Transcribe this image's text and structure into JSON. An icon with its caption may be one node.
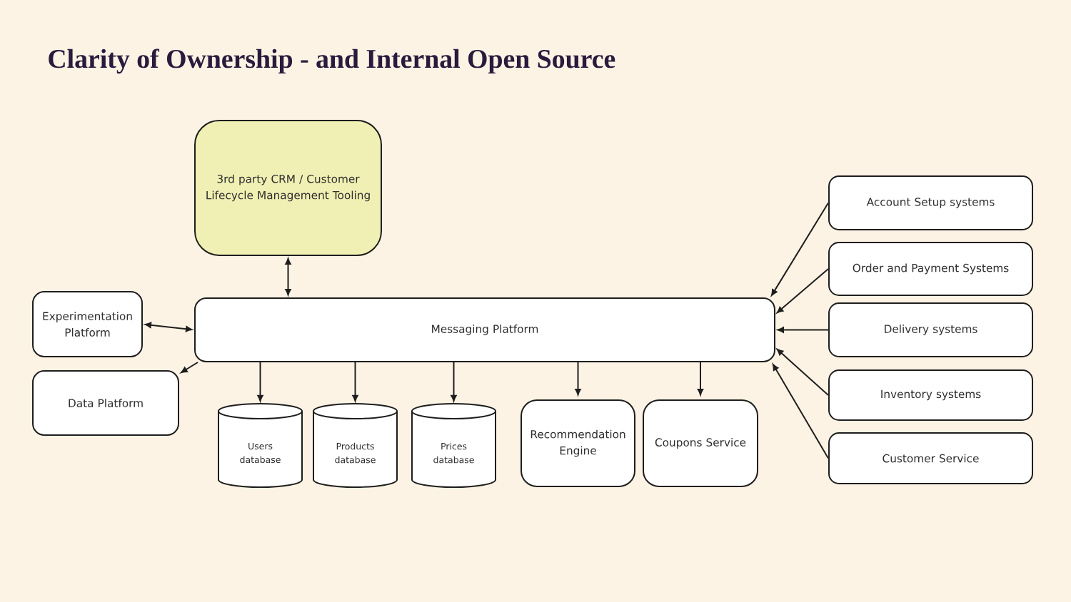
{
  "diagram": {
    "title": "Clarity of Ownership - and Internal Open Source",
    "nodes": [
      {
        "text": [
          "3rd party CRM / Customer Lifecycle Management Tooling"
        ]
      },
      {
        "text": [
          "Experimentation Platform"
        ]
      },
      {
        "text": [
          "Messaging Platform"
        ]
      },
      {
        "text": [
          "Data Platform"
        ]
      },
      {
        "text": [
          "Users database"
        ]
      },
      {
        "text": [
          "Products database"
        ]
      },
      {
        "text": [
          "Prices database"
        ]
      },
      {
        "text": [
          "Recommendation Engine"
        ]
      },
      {
        "text": [
          "Coupons Service"
        ]
      },
      {
        "text": [
          "Account Setup systems"
        ]
      },
      {
        "text": [
          "Order and Payment Systems"
        ]
      },
      {
        "text": [
          "Delivery systems"
        ]
      },
      {
        "text": [
          "Inventory systems"
        ]
      },
      {
        "text": [
          "Customer Service"
        ]
      }
    ],
    "edges": [
      {
        "from": 0,
        "to": 2,
        "arrow": "both"
      },
      {
        "from": 1,
        "to": 2,
        "arrow": "both"
      },
      {
        "from": 2,
        "to": 3,
        "arrow": "to"
      },
      {
        "from": 2,
        "to": 4,
        "arrow": "to"
      },
      {
        "from": 2,
        "to": 5,
        "arrow": "to"
      },
      {
        "from": 2,
        "to": 6,
        "arrow": "to"
      },
      {
        "from": 2,
        "to": 7,
        "arrow": "to"
      },
      {
        "from": 2,
        "to": 8,
        "arrow": "to"
      },
      {
        "from": 9,
        "to": 2,
        "arrow": "to"
      },
      {
        "from": 10,
        "to": 2,
        "arrow": "to"
      },
      {
        "from": 11,
        "to": 2,
        "arrow": "to"
      },
      {
        "from": 12,
        "to": 2,
        "arrow": "to"
      },
      {
        "from": 13,
        "to": 2,
        "arrow": "to"
      }
    ]
  }
}
